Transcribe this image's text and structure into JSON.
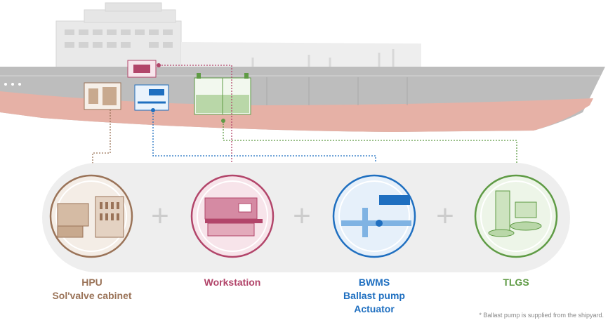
{
  "components": [
    {
      "id": "hpu",
      "lines": [
        "HPU",
        "Sol'valve cabinet"
      ],
      "color": "#9a7358"
    },
    {
      "id": "workstation",
      "lines": [
        "Workstation"
      ],
      "color": "#b2456a"
    },
    {
      "id": "bwms",
      "lines": [
        "BWMS",
        "Ballast pump",
        "Actuator"
      ],
      "color": "#1f6fc0"
    },
    {
      "id": "tlgs",
      "lines": [
        "TLGS"
      ],
      "color": "#5f9b45"
    }
  ],
  "plus_sign": "+",
  "footnote": "* Ballast pump is supplied from the shipyard.",
  "colors": {
    "hull": "#bdbdbd",
    "hull_bottom": "#e6b1a6",
    "superstructure": "#e5e5e5",
    "panel": "#eeeeee",
    "plus": "#cccccc"
  }
}
